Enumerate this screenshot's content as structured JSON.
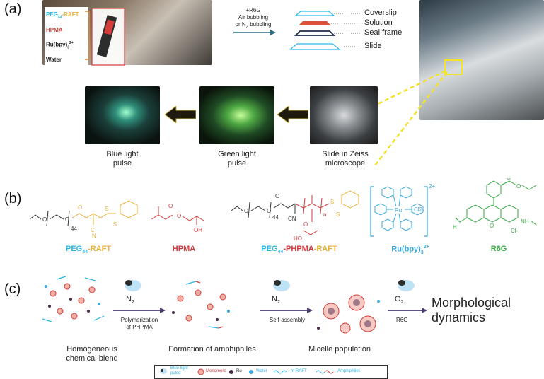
{
  "panel_a": {
    "label": "(a)",
    "components": [
      "PEG44-RAFT",
      "HPMA",
      "Ru(bpy)3 2+",
      "Water"
    ],
    "arrow_line1": "+R6G",
    "arrow_line2": "Air bubbling",
    "arrow_line3": "or N2 bubbling",
    "layers": [
      "Coverslip",
      "Solution",
      "Seal frame",
      "Slide"
    ],
    "captions": {
      "blue": "Blue light pulse",
      "green": "Green light pulse",
      "slide": "Slide in Zeiss microscope"
    }
  },
  "panel_b": {
    "label": "(b)",
    "labels": [
      "PEG44-RAFT",
      "HPMA",
      "PEG44-PHPMA-RAFT",
      "Ru(bpy)3 2+",
      "R6G"
    ],
    "subscript_44": "44",
    "n_label": "n",
    "charge": "2+",
    "cl_ru": "Cl2-",
    "cl_r6g": "Cl-"
  },
  "panel_c": {
    "label": "(c)",
    "gas1": "N2",
    "gas2": "N2",
    "gas3": "O2",
    "step1_line1": "Polymerization",
    "step1_line2": "of PHPMA",
    "step2": "Self-assembly",
    "step3": "R6G",
    "outcome_line1": "Morphological",
    "outcome_line2": "dynamics",
    "stage1_line1": "Homogeneous",
    "stage1_line2": "chemical blend",
    "stage2": "Formation of amphiphiles",
    "stage3": "Micelle population",
    "legend": [
      "Blue light pulse",
      "Monomers",
      "Ru",
      "Water",
      "m-RAFT",
      "Amphiphiles"
    ]
  },
  "colors": {
    "peg_cyan": "#29b6e6",
    "raft_yellow": "#e8b23a",
    "hpma_red": "#d03a3a",
    "ru_blue": "#3aa8e0",
    "r6g_green": "#37a845",
    "arrow_purple": "#4a3b6e"
  }
}
